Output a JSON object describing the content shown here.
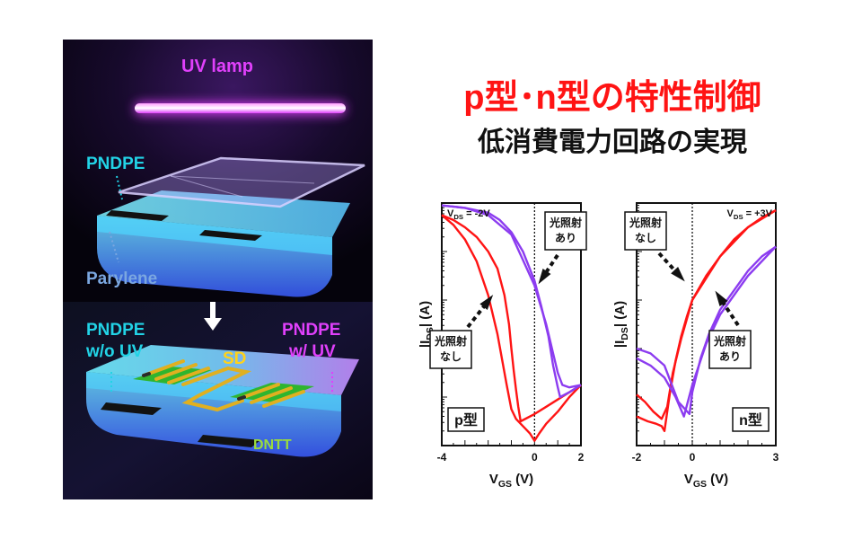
{
  "illustration": {
    "uv_lamp": "UV lamp",
    "pndpe_top": "PNDPE",
    "parylene": "Parylene",
    "pndpe_left": "PNDPE",
    "wo_uv": "w/o UV",
    "pndpe_right": "PNDPE",
    "w_uv": "w/ UV",
    "sd": "SD",
    "dntt": "DNTT"
  },
  "header": {
    "title": "p型･n型の特性制御",
    "subtitle": "低消費電力回路の実現"
  },
  "colors": {
    "red": "#ff1414",
    "purple": "#8c3cf0",
    "cyan": "#22d3e6",
    "magenta": "#e040fb",
    "yellow": "#ffd21a",
    "green": "#9bdc3c"
  },
  "chart_data": [
    {
      "type": "line",
      "condition_label": "V",
      "condition_sub": "DS",
      "condition_value": " = -2V",
      "type_label": "p型",
      "ylabel_main": "|I",
      "ylabel_sub": "DS",
      "ylabel_tail": "| (A)",
      "xlabel_main": "V",
      "xlabel_sub": "GS",
      "xlabel_tail": " (V)",
      "xlim": [
        -4,
        2
      ],
      "x_ticks": [
        "-4",
        "0",
        "2"
      ],
      "log_y": true,
      "legend_with_uv": [
        "光照射",
        "あり"
      ],
      "legend_without_uv": [
        "光照射",
        "なし"
      ],
      "series": [
        {
          "color": "#ff1414",
          "condition": "without_uv",
          "x": [
            -4,
            -3.5,
            -3,
            -2.5,
            -2,
            -1.6,
            -1.3,
            -1.1,
            -1.0,
            -0.9,
            -0.8,
            -0.7,
            -0.6,
            0,
            0.5,
            1,
            1.5,
            2
          ],
          "y": [
            0.95,
            0.93,
            0.9,
            0.86,
            0.8,
            0.73,
            0.62,
            0.5,
            0.4,
            0.31,
            0.23,
            0.16,
            0.1,
            0.13,
            0.16,
            0.19,
            0.22,
            0.25
          ],
          "return_x": [
            2,
            1.5,
            1,
            0.5,
            0.2,
            0,
            -0.2,
            -0.4,
            -0.6,
            -0.8,
            -1.0,
            -1.2,
            -1.6,
            -2,
            -2.5,
            -3,
            -3.5,
            -4
          ],
          "return_y": [
            0.25,
            0.2,
            0.14,
            0.09,
            0.05,
            0.02,
            0.05,
            0.07,
            0.09,
            0.11,
            0.15,
            0.25,
            0.46,
            0.62,
            0.76,
            0.85,
            0.91,
            0.95
          ]
        },
        {
          "color": "#8c3cf0",
          "condition": "with_uv",
          "x": [
            -4,
            -3,
            -2,
            -1.5,
            -1,
            -0.5,
            0,
            0.3,
            0.6,
            0.8,
            1.0,
            1.1,
            1.5,
            2
          ],
          "y": [
            0.99,
            0.98,
            0.96,
            0.93,
            0.88,
            0.8,
            0.68,
            0.57,
            0.45,
            0.33,
            0.24,
            0.2,
            0.22,
            0.25
          ],
          "return_x": [
            2,
            1.5,
            1.2,
            1.0,
            0.8,
            0.5,
            0,
            -1,
            -2,
            -3,
            -4
          ],
          "return_y": [
            0.25,
            0.24,
            0.25,
            0.3,
            0.38,
            0.5,
            0.66,
            0.87,
            0.95,
            0.98,
            0.99
          ]
        }
      ]
    },
    {
      "type": "line",
      "condition_label": "V",
      "condition_sub": "DS",
      "condition_value": " = +3V",
      "type_label": "n型",
      "ylabel_main": "|I",
      "ylabel_sub": "DS",
      "ylabel_tail": "| (A)",
      "xlabel_main": "V",
      "xlabel_sub": "GS",
      "xlabel_tail": " (V)",
      "xlim": [
        -2,
        3
      ],
      "x_ticks": [
        "-2",
        "0",
        "3"
      ],
      "log_y": true,
      "legend_with_uv": [
        "光照射",
        "あり"
      ],
      "legend_without_uv": [
        "光照射",
        "なし"
      ],
      "series": [
        {
          "color": "#ff1414",
          "condition": "without_uv",
          "x": [
            -2,
            -1.6,
            -1.3,
            -1.1,
            -1.0,
            -0.8,
            -0.6,
            -0.4,
            -0.2,
            0,
            0.5,
            1,
            1.5,
            2,
            2.5,
            3
          ],
          "y": [
            0.12,
            0.1,
            0.09,
            0.08,
            0.06,
            0.22,
            0.35,
            0.45,
            0.53,
            0.6,
            0.7,
            0.78,
            0.85,
            0.9,
            0.94,
            0.97
          ],
          "return_x": [
            3,
            2,
            1,
            0,
            -0.4,
            -0.7,
            -0.9,
            -1.1,
            -1.4,
            -1.7,
            -2
          ],
          "return_y": [
            0.97,
            0.9,
            0.78,
            0.6,
            0.44,
            0.3,
            0.16,
            0.11,
            0.14,
            0.18,
            0.21
          ]
        },
        {
          "color": "#8c3cf0",
          "condition": "with_uv",
          "x": [
            -2,
            -1.5,
            -1.0,
            -0.5,
            -0.1,
            0.0,
            0.3,
            0.6,
            1,
            1.5,
            2,
            2.5,
            3
          ],
          "y": [
            0.4,
            0.38,
            0.33,
            0.18,
            0.13,
            0.22,
            0.36,
            0.46,
            0.56,
            0.64,
            0.72,
            0.78,
            0.82
          ],
          "return_x": [
            3,
            2,
            1,
            0.5,
            0,
            -0.3,
            -0.6,
            -1.0,
            -1.5,
            -2
          ],
          "return_y": [
            0.82,
            0.7,
            0.54,
            0.42,
            0.25,
            0.12,
            0.2,
            0.28,
            0.33,
            0.36
          ]
        }
      ]
    }
  ]
}
